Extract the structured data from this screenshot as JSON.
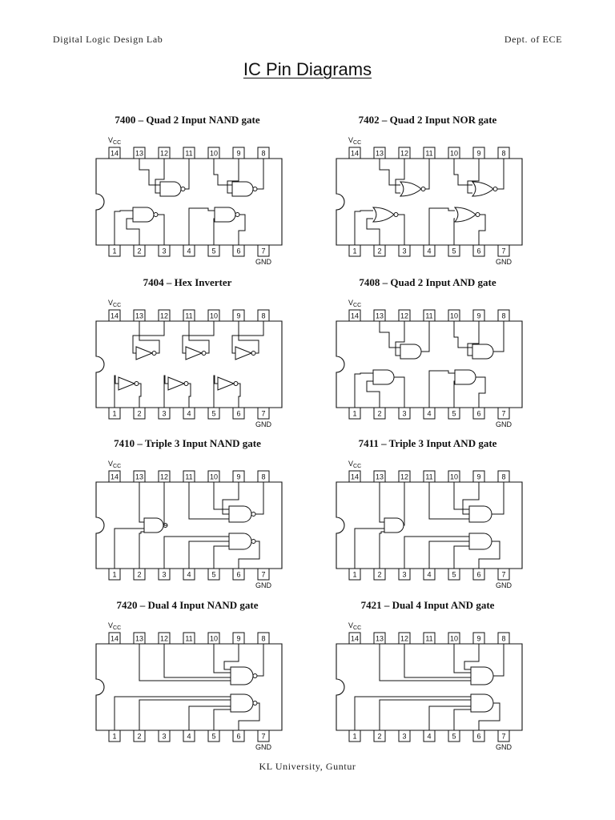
{
  "header": {
    "left": "Digital Logic Design Lab",
    "right": "Dept. of ECE"
  },
  "title": "IC Pin Diagrams",
  "footer": "KL University, Guntur",
  "chips": [
    {
      "title": "7400 – Quad 2 Input NAND gate",
      "vcc": "VCC",
      "gnd": "GND",
      "gate": "nand2",
      "layout": "quad"
    },
    {
      "title": "7402 – Quad 2 Input NOR gate",
      "vcc": "VCC",
      "gnd": "GND",
      "gate": "nor2",
      "layout": "quad"
    },
    {
      "title": "7404 – Hex Inverter",
      "vcc": "VCC",
      "gnd": "GND",
      "gate": "not",
      "layout": "hex"
    },
    {
      "title": "7408 – Quad 2 Input AND gate",
      "vcc": "VCC",
      "gnd": "GND",
      "gate": "and2",
      "layout": "quad"
    },
    {
      "title": "7410 – Triple 3 Input NAND gate",
      "vcc": "VCC",
      "gnd": "GND",
      "gate": "nand3",
      "layout": "triple"
    },
    {
      "title": "7411 – Triple 3 Input AND gate",
      "vcc": "VCC",
      "gnd": "GND",
      "gate": "and3",
      "layout": "triple"
    },
    {
      "title": "7420 – Dual 4 Input NAND gate",
      "vcc": "VCC",
      "gnd": "GND",
      "gate": "nand4",
      "layout": "dual"
    },
    {
      "title": "7421 – Dual 4 Input AND gate",
      "vcc": "VCC",
      "gnd": "GND",
      "gate": "and4",
      "layout": "dual"
    }
  ],
  "top_pins": [
    "14",
    "13",
    "12",
    "11",
    "10",
    "9",
    "8"
  ],
  "bottom_pins": [
    "1",
    "2",
    "3",
    "4",
    "5",
    "6",
    "7"
  ]
}
